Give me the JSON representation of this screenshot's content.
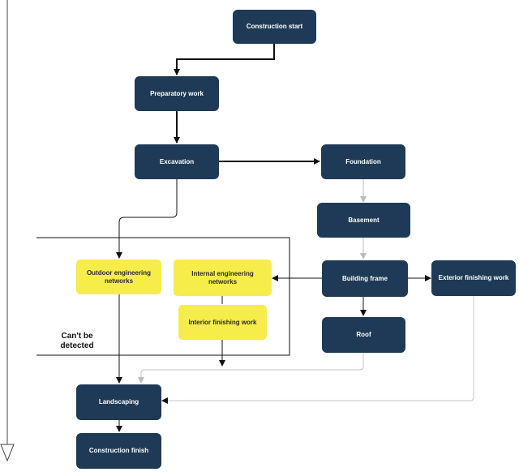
{
  "nodes": {
    "construction_start": "Construction start",
    "preparatory_work": "Preparatory work",
    "excavation": "Excavation",
    "foundation": "Foundation",
    "basement": "Basement",
    "outdoor_networks": "Outdoor engineering networks",
    "internal_networks": "Internal engineering networks",
    "interior_finishing": "Interior finishing work",
    "building_frame": "Building frame",
    "exterior_finishing": "Exterior finishing work",
    "roof": "Roof",
    "landscaping": "Landscaping",
    "construction_finish": "Construction finish"
  },
  "region_label": "Can't be detected",
  "colors": {
    "node_dark": "#1f3a56",
    "node_yellow": "#f6ec4a",
    "connector": "#111111",
    "connector_light": "#c4c4c4"
  }
}
